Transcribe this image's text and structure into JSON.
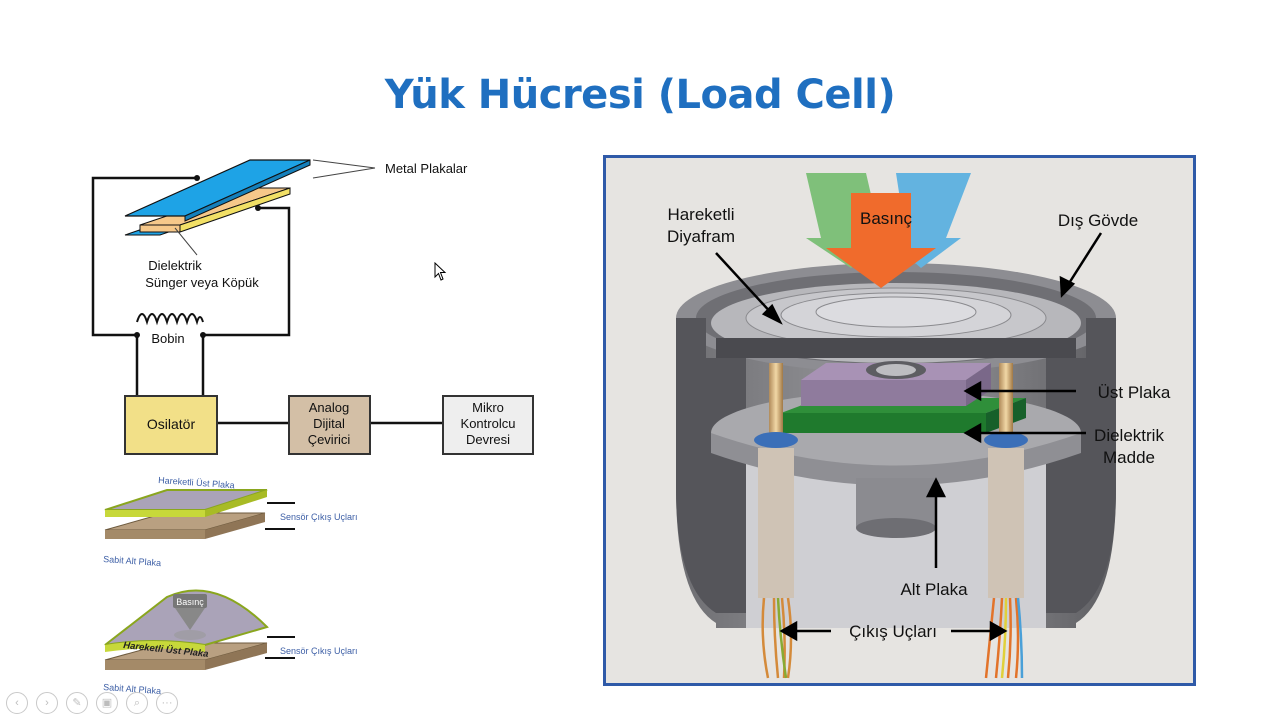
{
  "title": "Yük Hücresi (Load Cell)",
  "left_diagram": {
    "metal_plates": "Metal Plakalar",
    "dielectric_line1": "Dielektrik",
    "dielectric_line2": "Sünger veya Köpük",
    "coil": "Bobin",
    "oscillator": "Osilatör",
    "adc_line1": "Analog",
    "adc_line2": "Dijital",
    "adc_line3": "Çevirici",
    "mcu_line1": "Mikro",
    "mcu_line2": "Kontrolcu",
    "mcu_line3": "Devresi"
  },
  "plate_diagrams": {
    "top_moving_plate": "Hareketli Üst Plaka",
    "sensor_outputs": "Sensör Çıkış Uçları",
    "fixed_bottom_plate": "Sabit Alt Plaka",
    "pressure": "Basınç",
    "top_moving_plate_2": "Hareketli Üst Plaka",
    "sensor_outputs_2": "Sensör Çıkış Uçları",
    "fixed_bottom_plate_2": "Sabit Alt Plaka"
  },
  "load_cell_labels": {
    "moving_diaphragm_line1": "Hareketli",
    "moving_diaphragm_line2": "Diyafram",
    "pressure": "Basınç",
    "outer_body": "Dış Gövde",
    "top_plate": "Üst Plaka",
    "dielectric_line1": "Dielektrik",
    "dielectric_line2": "Madde",
    "bottom_plate": "Alt Plaka",
    "output_leads": "Çıkış Uçları"
  },
  "navigation": {
    "prev_icon": "‹",
    "next_icon": "›",
    "pen_icon": "✎",
    "slides_icon": "▣",
    "zoom_icon": "⌕",
    "more_icon": "···"
  },
  "colors": {
    "title": "#1f6fc0",
    "plate_blue": "#1ea3e6",
    "plate_yellow": "#f2e066",
    "oscillator_fill": "#f2e088",
    "adc_fill": "#d3bfa6",
    "pressure_orange": "#f06b2c",
    "frame_blue": "#2f5aa8"
  }
}
